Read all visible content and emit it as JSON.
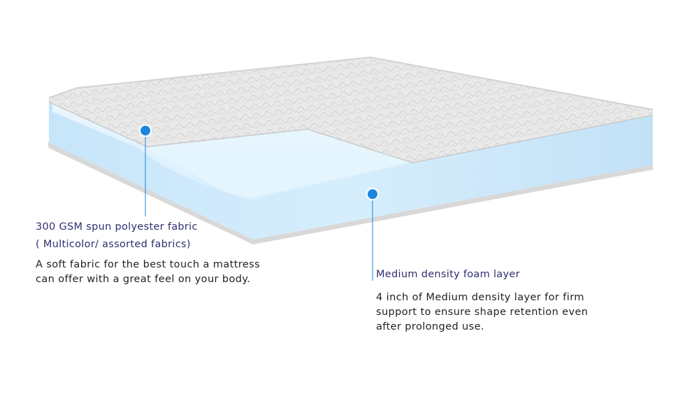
{
  "callouts": {
    "fabric": {
      "title_line1": "300 GSM spun polyester fabric",
      "title_line2": "( Multicolor/ assorted fabrics)",
      "desc_line1": "A soft fabric for the best touch a mattress",
      "desc_line2": "can offer with a great feel on your body."
    },
    "foam": {
      "title": "Medium density foam layer",
      "desc_line1": "4 inch of  Medium density layer for firm",
      "desc_line2": "support to ensure shape retention even",
      "desc_line3": "after prolonged use."
    }
  },
  "colors": {
    "title_text": "#2f2e6e",
    "body_text": "#222222",
    "marker": "#1a86e0",
    "foam": "#cfe9fb",
    "quilt": "#e6e6e6"
  },
  "icons": {
    "marker": "dot-marker-icon"
  }
}
